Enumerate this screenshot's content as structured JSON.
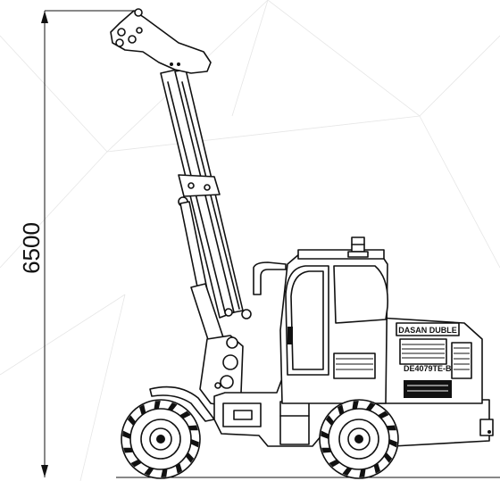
{
  "dimension": {
    "height_label": "6500",
    "line_color": "#111111"
  },
  "machine": {
    "brand_text": "DASAN DUBLE",
    "model_text": "DE4079TE-B"
  },
  "icons": {
    "dimension_arrow": "arrow-icon",
    "beacon": "beacon-light-icon"
  },
  "colors": {
    "background": "#ffffff",
    "ink": "#111111",
    "watermark_lines": "#e6e6e6"
  }
}
